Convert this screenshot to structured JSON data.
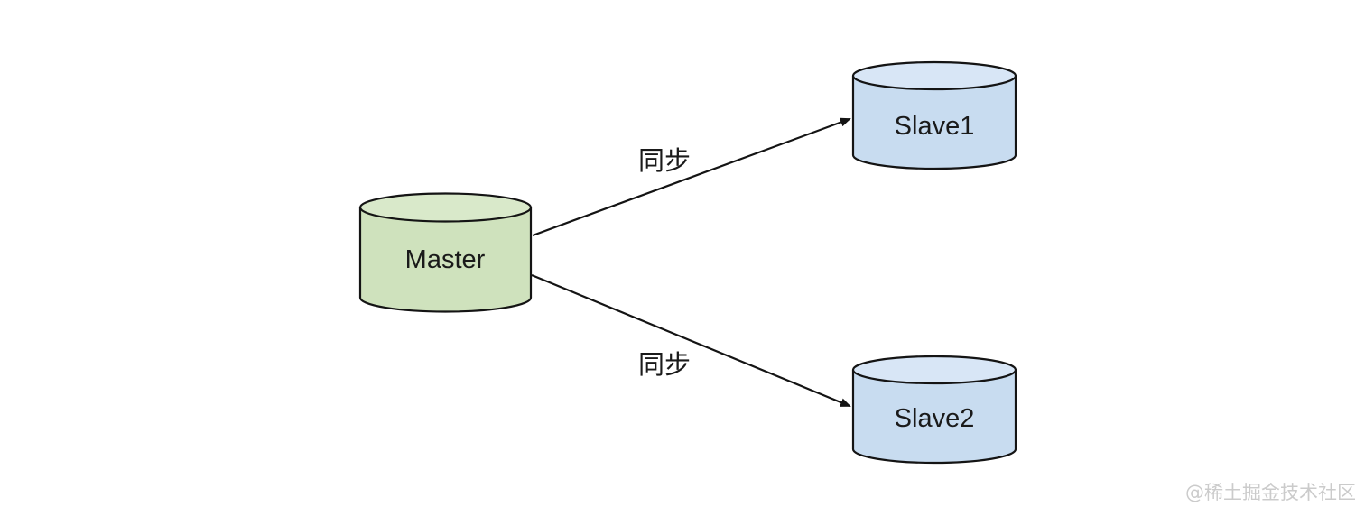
{
  "diagram": {
    "background_color": "#ffffff",
    "stroke_color": "#141414",
    "nodes": [
      {
        "id": "master",
        "label": "Master",
        "shape": "database-cylinder",
        "body_fill": "#cfe2bd",
        "top_fill": "#d9e9ca"
      },
      {
        "id": "slave1",
        "label": "Slave1",
        "shape": "database-cylinder",
        "body_fill": "#c8dcf0",
        "top_fill": "#d8e6f6"
      },
      {
        "id": "slave2",
        "label": "Slave2",
        "shape": "database-cylinder",
        "body_fill": "#c8dcf0",
        "top_fill": "#d8e6f6"
      }
    ],
    "edges": [
      {
        "from": "master",
        "to": "slave1",
        "label": "同步"
      },
      {
        "from": "master",
        "to": "slave2",
        "label": "同步"
      }
    ],
    "watermark": {
      "text": "@稀土掘金技术社区",
      "color": "#cbcbcb"
    }
  }
}
